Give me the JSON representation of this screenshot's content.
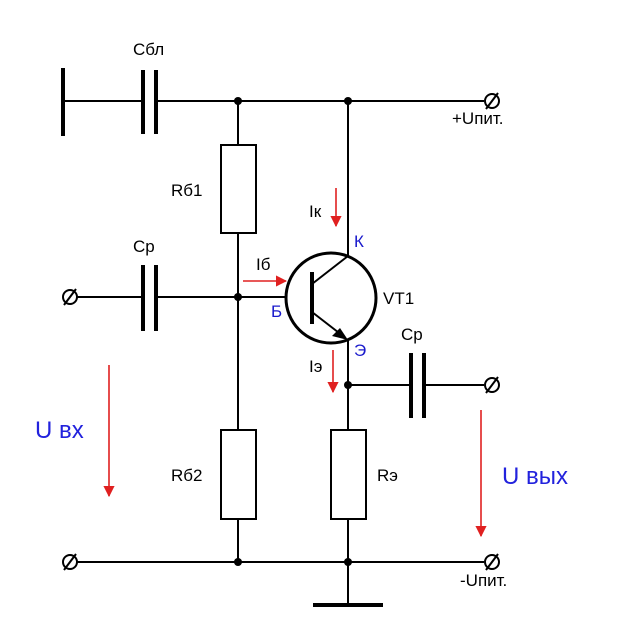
{
  "labels": {
    "c_block": "Сбл",
    "c_in": "Ср",
    "c_out": "Ср",
    "r_b1": "Rб1",
    "r_b2": "Rб2",
    "r_e": "Rэ",
    "transistor": "VT1",
    "pin_collector": "К",
    "pin_base": "Б",
    "pin_emitter": "Э",
    "i_collector": "Iк",
    "i_base": "Iб",
    "i_emitter": "Iэ",
    "supply_pos": "+Uпит.",
    "supply_neg": "-Uпит.",
    "u_in": "U вх",
    "u_out": "U вых"
  },
  "colors": {
    "wire": "#000000",
    "pin_labels": "#1a1acc",
    "voltage_labels": "#2222dd",
    "arrows": "#e02020"
  }
}
